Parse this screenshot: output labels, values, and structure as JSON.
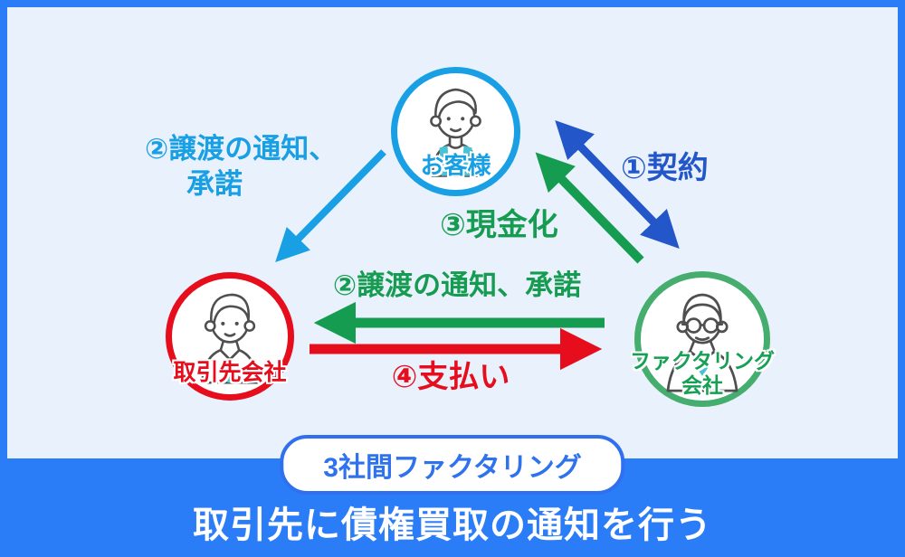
{
  "diagram": {
    "nodes": {
      "customer": {
        "label": "お客様"
      },
      "client": {
        "label": "取引先会社"
      },
      "factoring": {
        "label_line1": "ファクタリング",
        "label_line2": "会社"
      }
    },
    "arrows": {
      "transfer_top": {
        "label_line1": "②譲渡の通知、",
        "label_line2": "承諾"
      },
      "contract": {
        "label": "①契約"
      },
      "cash": {
        "label": "③現金化"
      },
      "transfer_mid": {
        "label": "②譲渡の通知、承諾"
      },
      "payment": {
        "label": "④支払い"
      }
    },
    "badge": {
      "label": "3社間ファクタリング"
    },
    "footer": {
      "title": "取引先に債権買取の通知を行う"
    },
    "colors": {
      "frame_blue": "#2b7cf7",
      "background_light": "#e9f1fc",
      "light_blue": "#189fe4",
      "dark_blue": "#2256c9",
      "green": "#169c50",
      "circle_green": "#45ad6d",
      "red": "#e60d1d",
      "pill_blue": "#2e72ee",
      "teal_clothing": "#49c3d4"
    }
  }
}
